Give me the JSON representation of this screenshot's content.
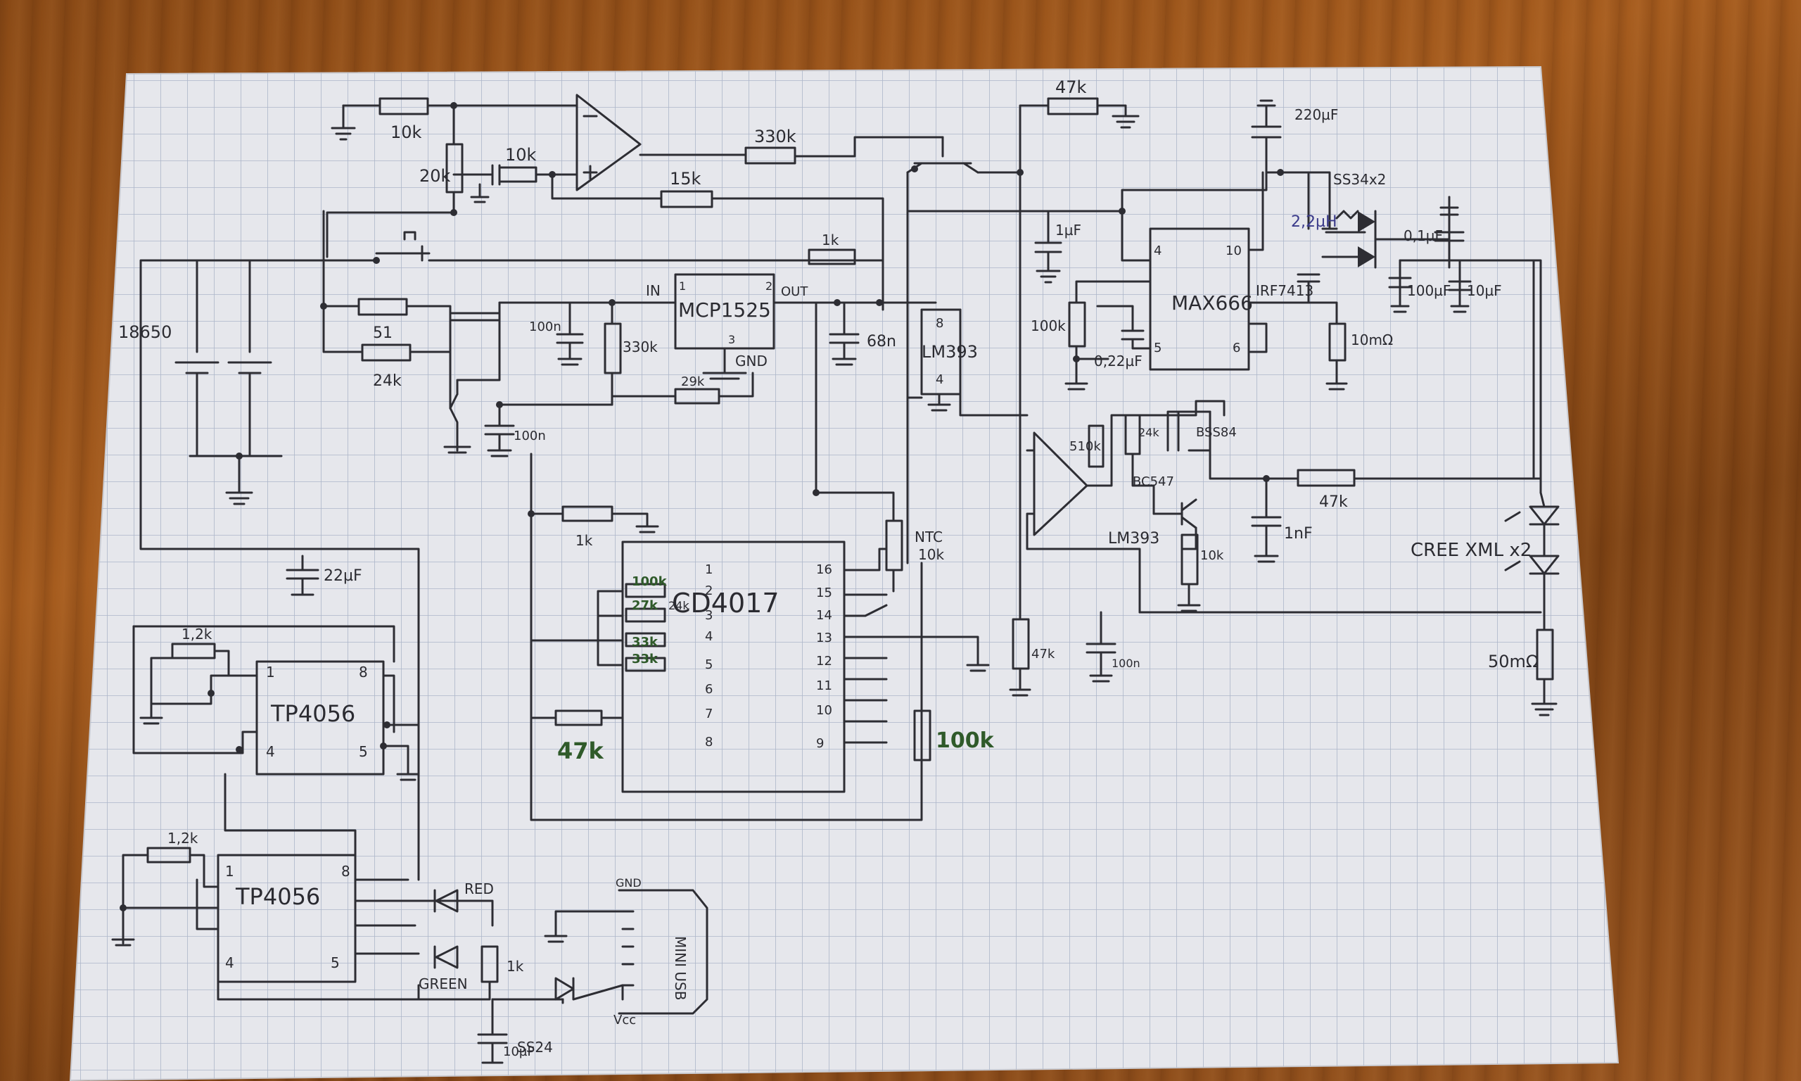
{
  "labels": {
    "r_10k_a": "10k",
    "r_20k": "20k",
    "r_10k_b": "10k",
    "r_330k_top": "330k",
    "r_15k": "15k",
    "r_47k_top": "47k",
    "c_220uF": "220µF",
    "ss34x2": "SS34x2",
    "l_22uH": "2,2µH",
    "c_01uF_a": "0,1µF",
    "c_1uF": "1µF",
    "r_1k_top": "1k",
    "ic_max": "MAX666",
    "pin_4": "4",
    "pin_10": "10",
    "pin_5": "5",
    "pin_6": "6",
    "fet_irf": "IRF7413",
    "c_100uF": "100µF",
    "c_10uF": "10µF",
    "r_10mohm": "10mΩ",
    "battery": "18650",
    "r_51": "51",
    "r_24k": "24k",
    "ic_mcp": "MCP1525",
    "mcp_in": "IN",
    "mcp_out": "OUT",
    "mcp_gnd": "GND",
    "mcp_pin1": "1",
    "mcp_pin2": "2",
    "mcp_pin3": "3",
    "c_100n_a": "100n",
    "r_330k_mid": "330k",
    "r_29k": "29k",
    "c_68n": "68n",
    "ic_lm393": "LM393",
    "lm_pin8": "8",
    "lm_pin4": "4",
    "c_100n_b": "100n",
    "c_100k_left": "100k",
    "c_22uF": "0,22µF",
    "r_510k": "510k",
    "r_24k_b": "24k",
    "q_bs584": "BSS84",
    "q_bc547": "BC547",
    "lm393_b": "LM393",
    "r_10k_c": "10k",
    "c_1nF": "1nF",
    "r_47k_right": "47k",
    "led_cree": "CREE XML x2",
    "r_50mohm": "50mΩ",
    "r_1k_mid": "1k",
    "c_22uF_b": "22µF",
    "ic_cd4017": "CD4017",
    "r_100k_g": "100k",
    "r_27k_g": "27k",
    "r_24k_g": "24k",
    "r_33k_g1": "33k",
    "r_33k_g2": "33k",
    "r_47k_g": "47k",
    "r_100k_g2": "100k",
    "r_ntc": "NTC",
    "r_ntc_val": "10k",
    "r_47k_low": "47k",
    "c_100n_c": "100n",
    "ic_tp_a": "TP4056",
    "ic_tp_b": "TP4056",
    "r_12k_a": "1,2k",
    "r_12k_b": "1,2k",
    "tp_pin1": "1",
    "tp_pin8": "8",
    "tp_pin4": "4",
    "tp_pin5": "5",
    "led_red": "RED",
    "led_green": "GREEN",
    "r_1k_low": "1k",
    "c_10uF_b": "10µF",
    "diode_ss24": "SS24",
    "usb_label": "MINI USB",
    "usb_gnd": "GND",
    "usb_vcc": "Vcc",
    "pin16": "16",
    "pin15": "15",
    "pin14": "14",
    "pin13": "13",
    "pin12": "12",
    "pin11": "11",
    "pin10": "10",
    "pin9": "9",
    "pinL1": "1",
    "pinL2": "2",
    "pinL3": "3",
    "pinL4": "4",
    "pinL5": "5",
    "pinL6": "6",
    "pinL7": "7",
    "pinL8": "8"
  }
}
